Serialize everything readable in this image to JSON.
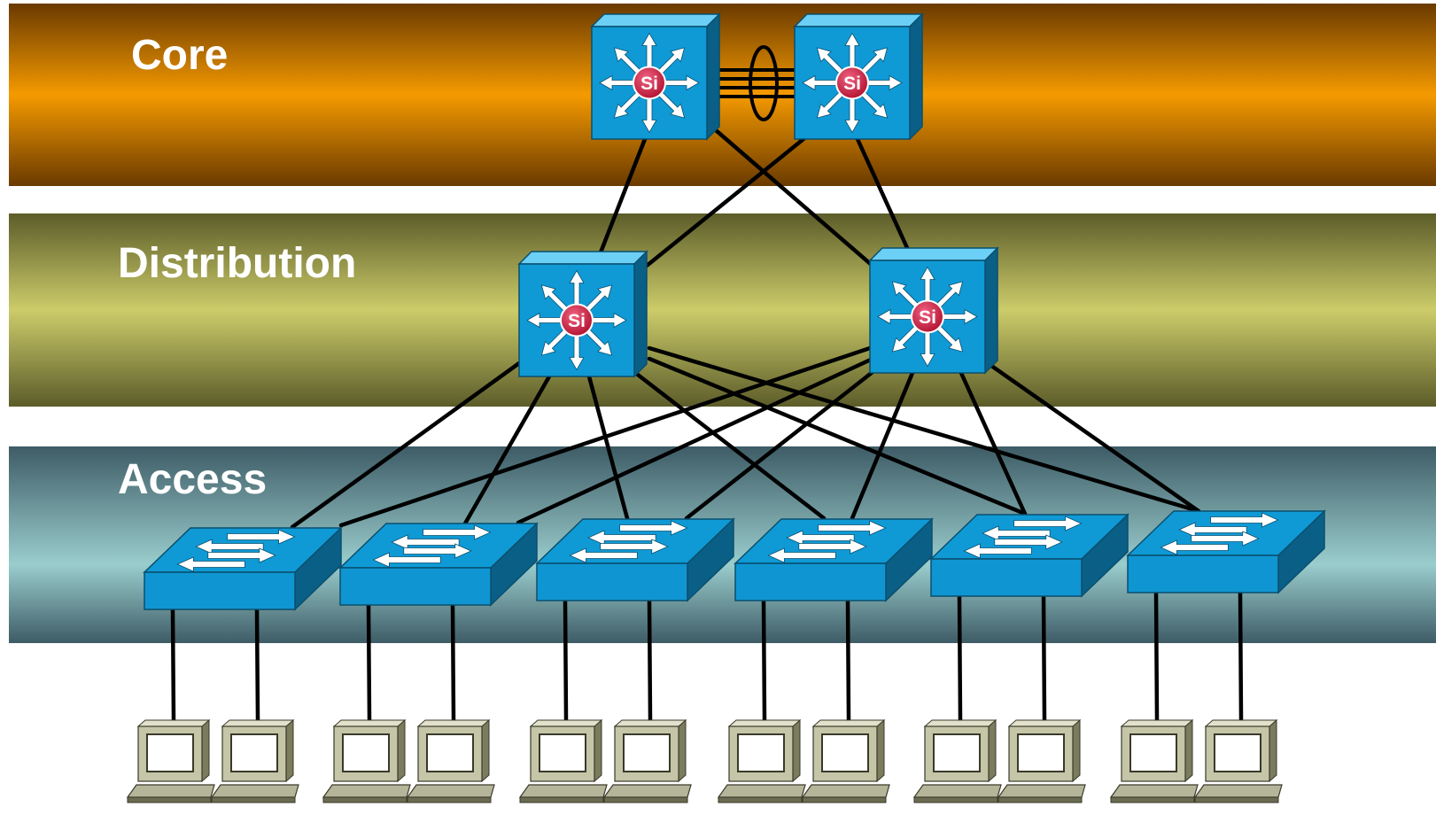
{
  "layers": [
    {
      "key": "core",
      "label": "Core"
    },
    {
      "key": "distribution",
      "label": "Distribution"
    },
    {
      "key": "access",
      "label": "Access"
    }
  ],
  "multilayer_switch_label": "Si",
  "device_counts": {
    "core_switches": 2,
    "distribution_switches": 2,
    "access_switches": 6,
    "workstations": 12
  },
  "links": {
    "core_etherchannel": {
      "members": 4
    },
    "core_to_distribution": "full-mesh",
    "distribution_to_access": "full-mesh",
    "access_to_workstations": "2 per switch"
  },
  "colors": {
    "core_band": "#f29400",
    "distribution_band": "#cccc6a",
    "access_band": "#9acdcd",
    "switch_face": "#0f9ad6",
    "si_badge": "#d21b43",
    "workstation": "#c5c5a8",
    "link": "#000000"
  }
}
